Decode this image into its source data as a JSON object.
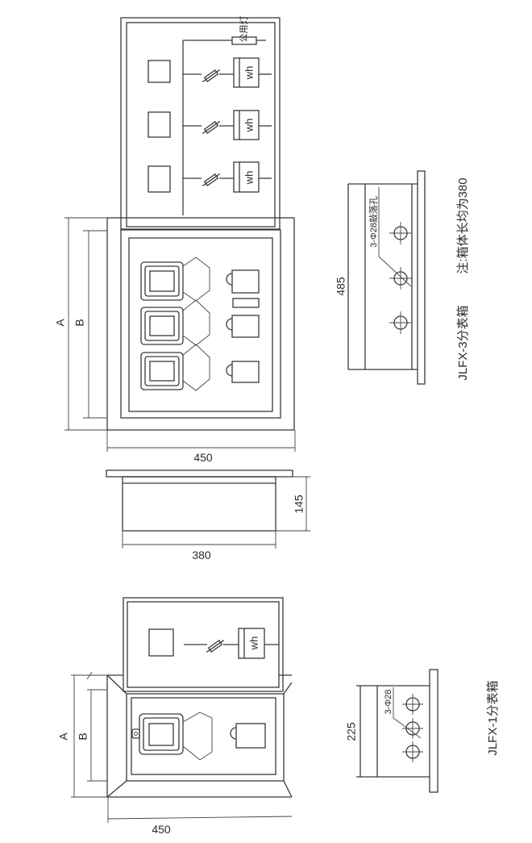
{
  "jlfx3": {
    "caption": "JLFX-3分表箱",
    "note": "注:箱体长均为380",
    "public_light_label": "公用灯",
    "meter_label": "wh",
    "dim_a": "A",
    "dim_b": "B",
    "width": "450",
    "depth": "145",
    "length": "380",
    "height": "485",
    "knockout_label": "3-Φ28敲落孔"
  },
  "jlfx1": {
    "caption": "JLFX-1分表箱",
    "meter_label": "wh",
    "dim_a": "A",
    "dim_b": "B",
    "width": "450",
    "height": "225",
    "knockout_label": "3-Φ28"
  },
  "colors": {
    "line": "#3a3a3a",
    "background": "#ffffff"
  }
}
